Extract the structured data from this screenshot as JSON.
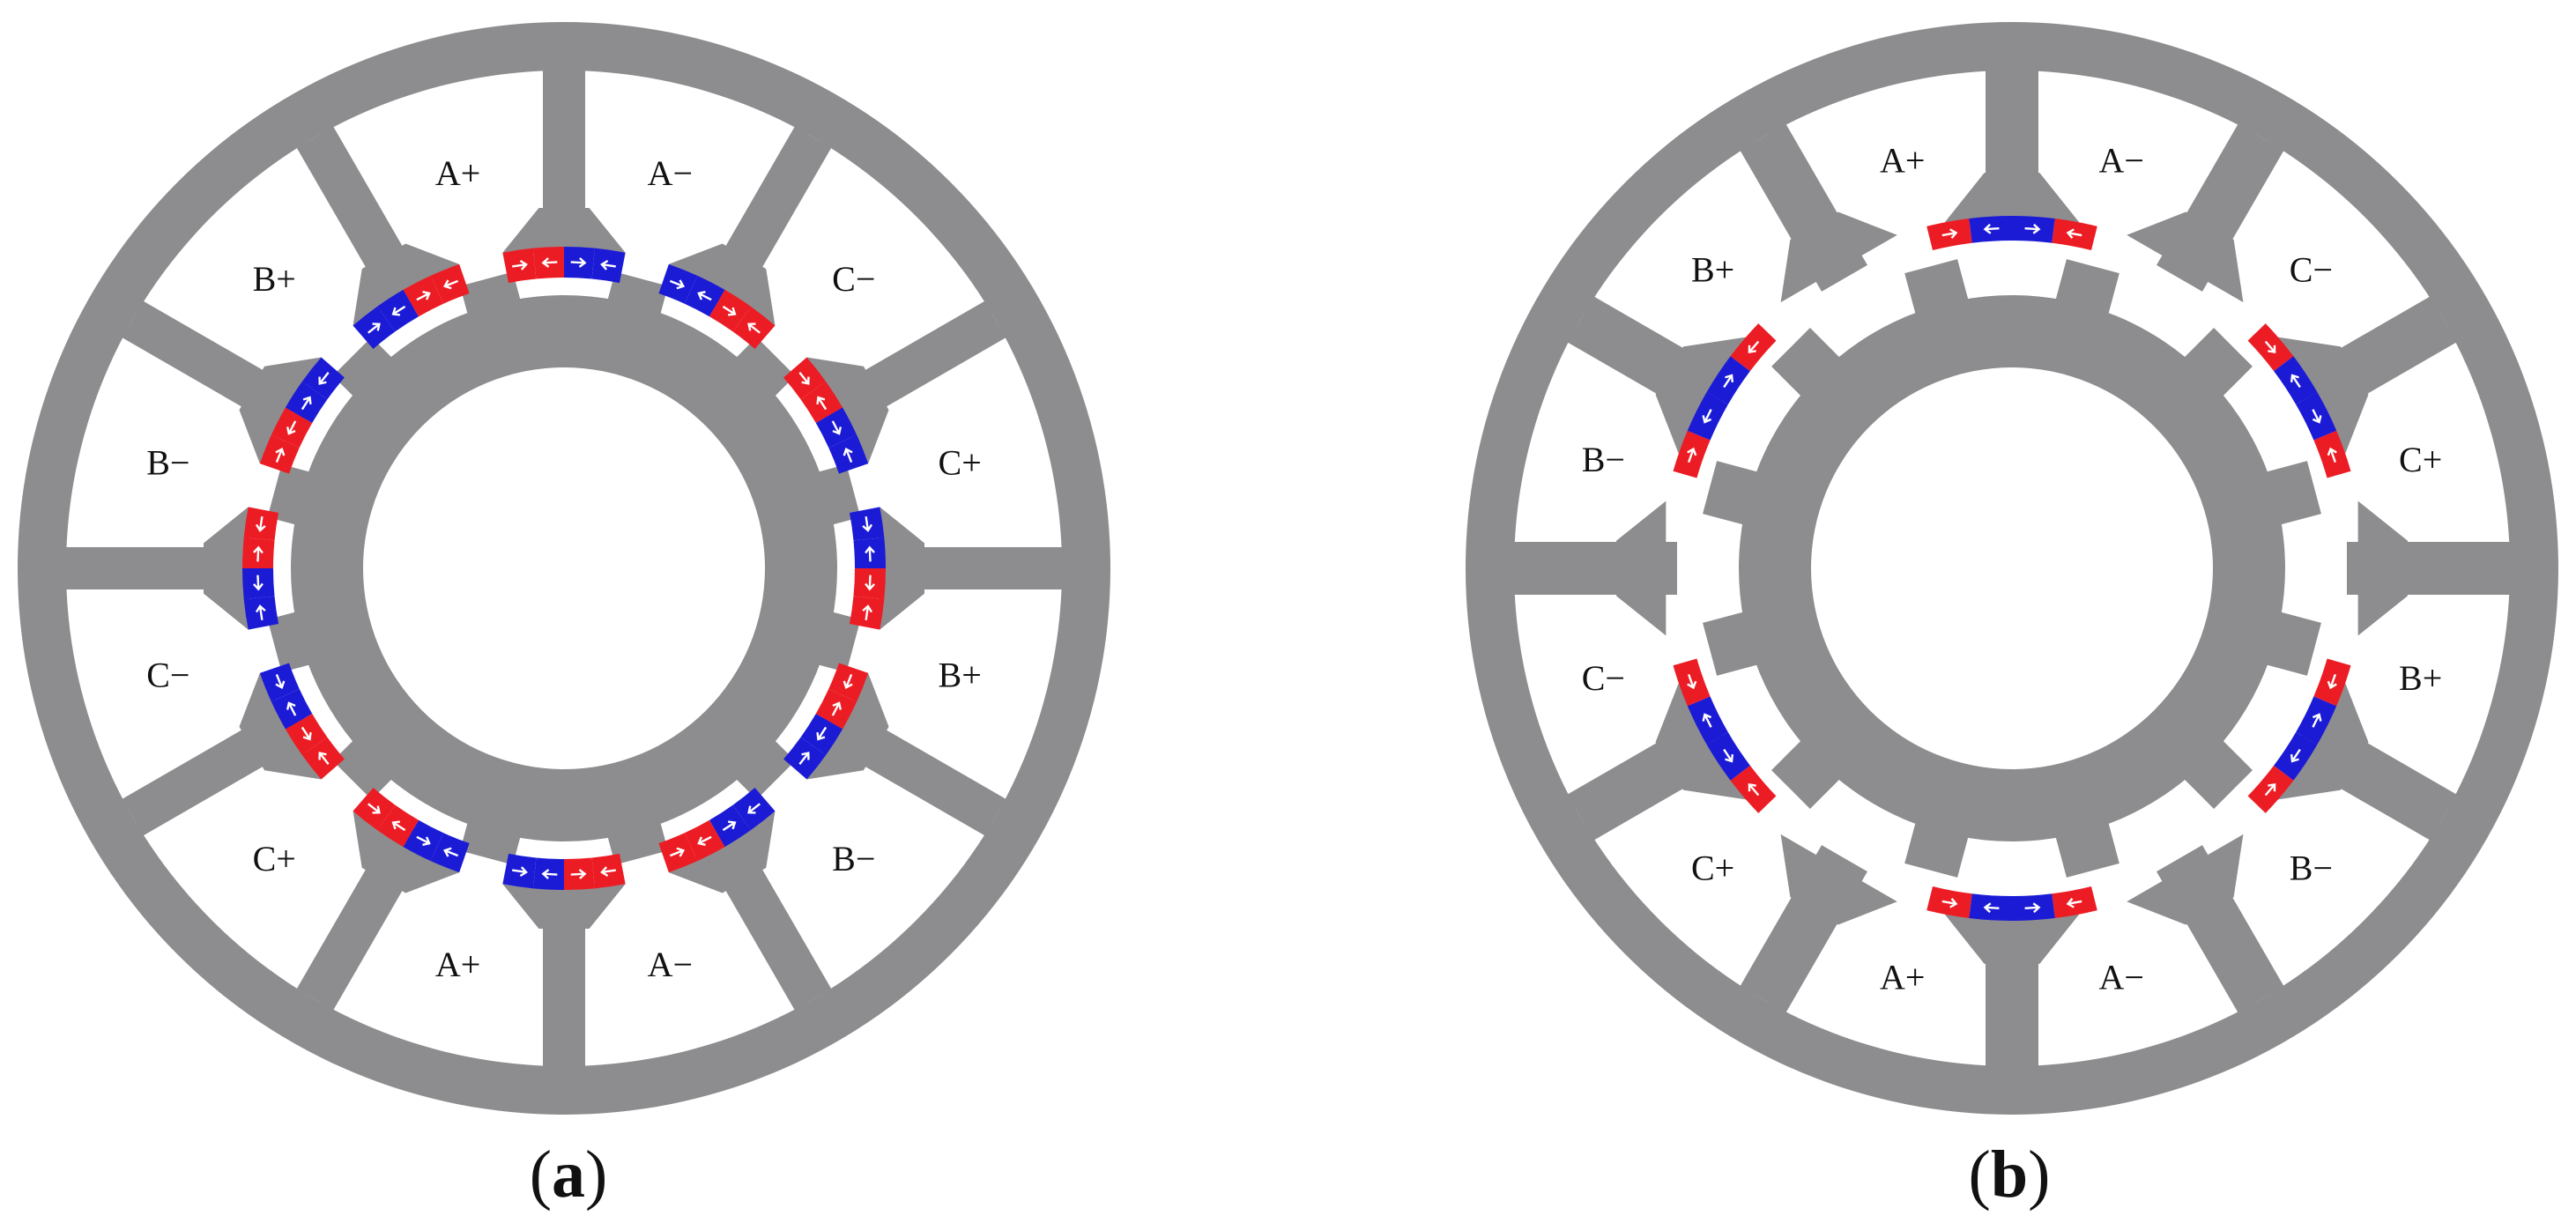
{
  "colors": {
    "iron": "#8d8d8f",
    "background": "#ffffff",
    "magnet_red": "#ec1c24",
    "magnet_blue": "#1b1bd6",
    "arrow": "#ffffff",
    "text": "#111111"
  },
  "panels": [
    {
      "id": "a",
      "caption_open": "(",
      "caption_letter": "a",
      "caption_close": ")",
      "slot_labels": [
        "A+",
        "A−",
        "C−",
        "C+",
        "B+",
        "B−",
        "A−",
        "A+",
        "C+",
        "C−",
        "B−",
        "B+"
      ],
      "slot_count": 12,
      "magnet_count": 12,
      "stator_teeth": 12,
      "rotor_teeth": 12
    },
    {
      "id": "b",
      "caption_open": "(",
      "caption_letter": "b",
      "caption_close": ")",
      "slot_labels": [
        "A+",
        "A−",
        "C−",
        "C+",
        "B+",
        "B−",
        "A−",
        "A+",
        "C+",
        "C−",
        "B−",
        "B+"
      ],
      "slot_count": 12,
      "magnet_count": 6,
      "stator_teeth": 12,
      "rotor_teeth": 12
    }
  ]
}
